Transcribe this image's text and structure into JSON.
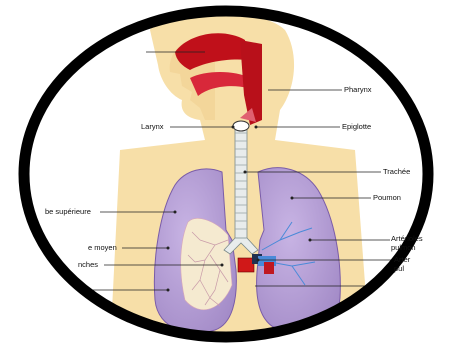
{
  "labels": {
    "pharynx": "Pharynx",
    "larynx": "Larynx",
    "epiglotte": "Epiglotte",
    "trachee": "Trachée",
    "poumon": "Poumon",
    "lobe_superieur": "be supérieure",
    "arterioles": "Artérioles",
    "pulmon_1": "pulmon",
    "lobe_moyen": "e moyen",
    "arter_2": "Artér",
    "pul_2": "pul",
    "bronches": "nches"
  },
  "colors": {
    "frame": "#000000",
    "skin": "#f7dfa8",
    "lung": "#b8a0d8",
    "lung_outline": "#7a5ca8",
    "airway": "#c0101a",
    "trachea": "#e8ecec",
    "bronchi": "#f2ecd8",
    "vessel_blue": "#4a8ad8",
    "vessel_red": "#d01818"
  }
}
